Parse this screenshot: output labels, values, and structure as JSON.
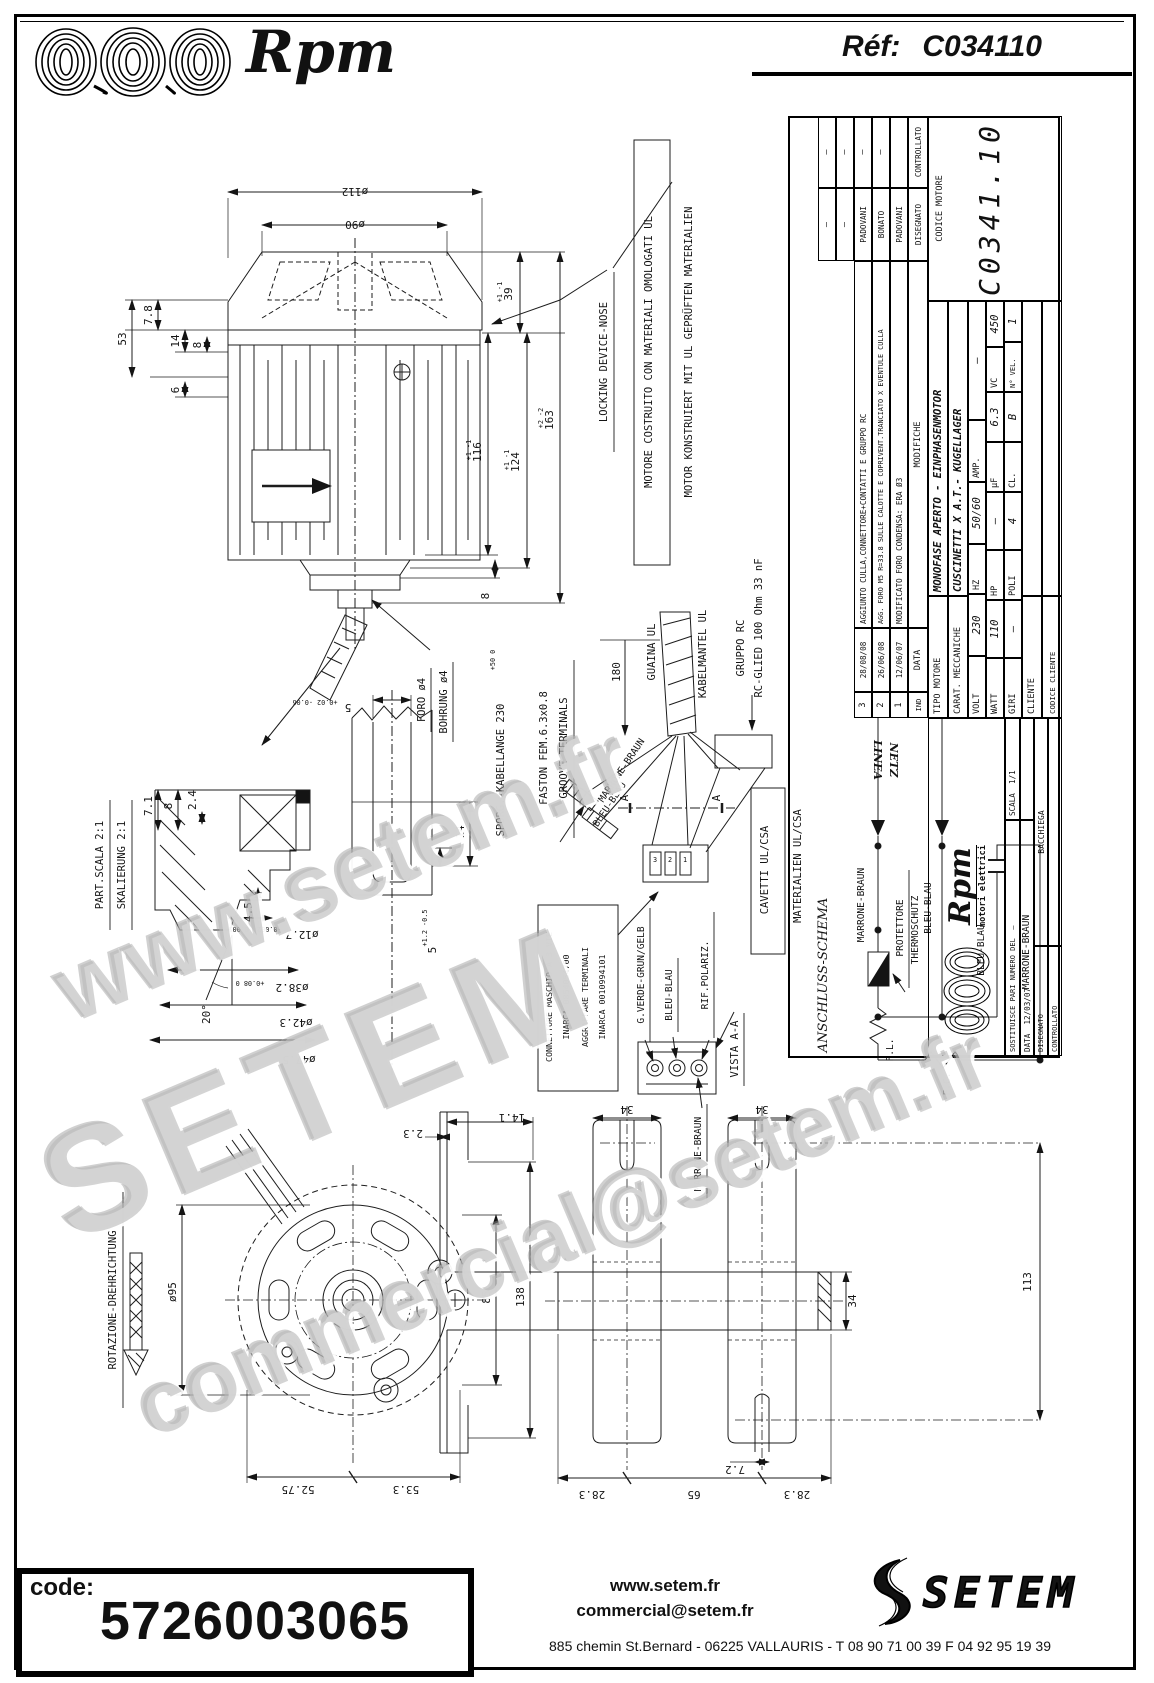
{
  "header": {
    "brand": "Rpm",
    "ref_label": "Réf:",
    "ref_value": "C034110"
  },
  "watermark": {
    "line1": "www.setem.fr",
    "line2": "SETEM",
    "line3": "commercial@setem.fr"
  },
  "notes": {
    "locking": "LOCKING DEVICE-NOSE",
    "ul_boxed": "MOTORE COSTRUITO CON MATERIALI OMOLOGATI UL",
    "ul_plain": "MOTOR KONSTRUIERT MIT UL GEPRÜFTEN MATERIALIEN",
    "detail_scale_it": "PART.SCALA 2:1",
    "detail_scale_de": "SKALIERUNG 2:1",
    "rotation": "ROTAZIONE-DREHRICHTUNG",
    "foro": "FORO  ø4",
    "bohrung": "BOHRUNG  ø4",
    "sporg": "SPORG.-KABELLANGE 230",
    "sporg_tol": "+50 0",
    "faston1": "FASTON FEM.6.3x0.8",
    "faston2": "GROOVE TERMINALS",
    "guaina": "GUAINA UL",
    "kabelmantel": "KABELMANTEL UL",
    "gruppo_rc": "GRUPPO RC",
    "rc_glied": "RC-GLIED 100 Ohm 33 nF",
    "c180": "180",
    "marrone": "MARRONE-BRAUN",
    "bleu": "BLEU-BLAU",
    "verde": "G.VERDE-GRUN/GELB",
    "rif_polariz": "RIF.POLARIZ.",
    "vista": "VISTA A-A",
    "cavetti": "CAVETTI UL/CSA",
    "materialien": "MATERIALIEN UL/CSA",
    "schema": "ANSCHLUSS-SCHEMA",
    "linea": "LINEA",
    "netz": "NETZ",
    "protettore": "PROTETTORE",
    "thermoschutz": "THERMOSCHUTZ",
    "fl": "F.L.",
    "fc": "F.C.",
    "conn1": "CONNETTORE MASCHIO A 3 VIE",
    "conn2": "INARCA 0854054700",
    "conn3": "AGGRAFFARE TERMINALI",
    "conn4": "INARCA 0010994101",
    "pin3": "3",
    "pin2": "2",
    "pin1": "1",
    "sec_a": "A"
  },
  "dims": {
    "d112": "ø112",
    "d90": "ø90",
    "h53": "53",
    "h78": "7.8",
    "h14": "14",
    "h8": "8",
    "h6": "6",
    "v39": "39",
    "v39t": "+1 -1",
    "v116": "116",
    "v116t": "+1 -1",
    "v124": "124",
    "v124t": "+1 -1",
    "v163": "163",
    "v163t": "+2 -2",
    "s8": "8",
    "det24": "2.4",
    "det71": "7.1",
    "det8": "8",
    "det20": "20°",
    "det45": "4.5",
    "det5a": "5",
    "det5at": "+0.02 -0.06",
    "det14": "14",
    "det5b": "5",
    "det5bt": "+1.2 -0.5",
    "d127": "ø12.7",
    "d127t": "-0.002 -0.005",
    "d382": "ø38.2",
    "d382t": "+0.08 0",
    "d423": "ø42.3",
    "d475": "ø47.5",
    "f95": "ø95",
    "f23": "2.3",
    "f141": "14.1",
    "f85": "85",
    "f138": "138",
    "f5275": "52.75",
    "f533": "53.3",
    "b34l": "34",
    "b34r": "34",
    "b34s": "34",
    "b113": "113",
    "b72": "7.2",
    "b283l": "28.3",
    "b65": "65",
    "b283r": "28.3"
  },
  "titleblock": {
    "revisions": [
      {
        "ind": "3",
        "date": "28/08/08",
        "text": "AGGIUNTO CULLA,CONNETTORE+CONTATTI E GRUPPO RC",
        "drawn": "PADOVANI",
        "checked": "—"
      },
      {
        "ind": "2",
        "date": "26/06/08",
        "text": "AGG. FORO M5 R=33.8 SULLE CALOTTE E COPRIVENT.TRANCIATO X EVENTULE CULLA",
        "drawn": "BONATO",
        "checked": "—"
      },
      {
        "ind": "1",
        "date": "12/06/07",
        "text": "MODIFICATO FORO CONDENSA: ERA Ø3",
        "drawn": "PADOVANI",
        "checked": ""
      }
    ],
    "empty_dash": "—",
    "rev_headers": {
      "ind": "IND",
      "date": "DATA",
      "mod": "MODIFICHE",
      "drawn": "DISEGNATO",
      "checked": "CONTROLLATO"
    },
    "tipo_label": "TIPO MOTORE",
    "tipo_value": "MONOFASE APERTO - EINPHASENMOTOR",
    "carat_label": "CARAT. MECCANICHE",
    "carat_value": "CUSCINETTI X A.T.- KUGELLAGER",
    "volt_label": "VOLT",
    "volt": "230",
    "hz_label": "HZ",
    "hz": "50/60",
    "amp_label": "AMP.",
    "amp": "—",
    "watt_label": "WATT",
    "watt": "110",
    "hp_label": "HP",
    "hp": "—",
    "uf_label": "µF",
    "uf": "6.3",
    "vc_label": "VC",
    "vc": "450",
    "giri_label": "GIRI",
    "giri": "—",
    "poli_label": "POLI",
    "poli": "4",
    "cl_label": "CL.",
    "cl": "B",
    "nvel_label": "N° VEL.",
    "nvel": "1",
    "cliente_label": "CLIENTE",
    "codice_cliente_label": "CODICE CLIENTE",
    "codice_motore_label": "CODICE MOTORE",
    "codice_motore": "C0341.10",
    "logo_brand": "Rpm",
    "logo_sub": "motori elettrici",
    "sostituisce": "SOSTITUISCE PARI NUMERO DEL",
    "sostituisce_val": "—",
    "scala_label": "SCALA",
    "scala": "1/1",
    "data_label": "DATA",
    "data": "12/03/07",
    "disegnato_label": "DISEGNATO",
    "disegnato": "BACCHIEGA",
    "controllato_label": "CONTROLLATO"
  },
  "footer": {
    "code_label": "code:",
    "code": "5726003065",
    "site": "www.setem.fr",
    "email": "commercial@setem.fr",
    "address": "885 chemin St.Bernard  -  06225 VALLAURIS  -  T 08 90 71 00 39   F 04 92 95 19 39",
    "logo": "SETEM"
  }
}
